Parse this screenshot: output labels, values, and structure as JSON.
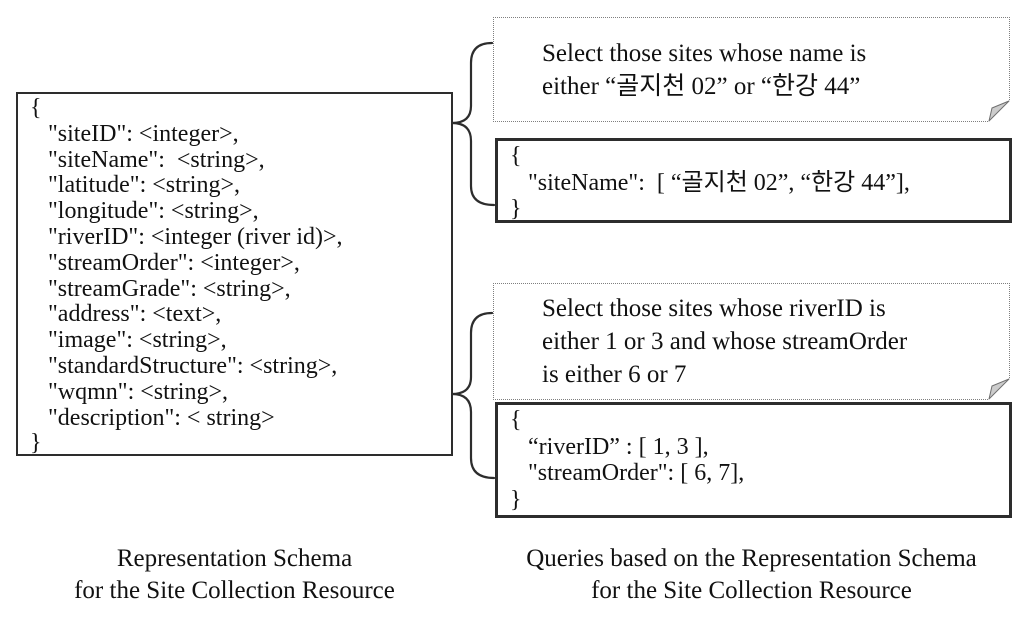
{
  "colors": {
    "ink": "#111111",
    "box_border": "#2d2d2d",
    "note_border": "#7f7f7f",
    "fold_fill": "#cccccc"
  },
  "schema_box": {
    "lines": [
      "{",
      "   \"siteID\": <integer>,",
      "   \"siteName\":  <string>,",
      "   \"latitude\": <string>,",
      "   \"longitude\": <string>,",
      "   \"riverID\": <integer (river id)>,",
      "   \"streamOrder\": <integer>,",
      "   \"streamGrade\": <string>,",
      "   \"address\": <text>,",
      "   \"image\": <string>,",
      "   \"standardStructure\": <string>,",
      "   \"wqmn\": <string>,",
      "   \"description\": < string>",
      "}"
    ]
  },
  "query1": {
    "note_lines": [
      "Select those sites whose name is",
      "either “골지천 02” or “한강 44”"
    ],
    "code_lines": [
      "{",
      "   \"siteName\":  [ “골지천 02”, “한강 44”],",
      "}"
    ]
  },
  "query2": {
    "note_lines": [
      "Select those sites whose riverID is",
      "either 1 or 3 and whose streamOrder",
      "is either 6 or 7"
    ],
    "code_lines": [
      "{",
      "   “riverID” : [ 1, 3 ],",
      "   \"streamOrder\": [ 6, 7],",
      "}"
    ]
  },
  "captions": {
    "left": [
      "Representation Schema",
      "for the Site Collection Resource"
    ],
    "right": [
      "Queries based on the Representation Schema",
      "for the Site Collection Resource"
    ]
  }
}
